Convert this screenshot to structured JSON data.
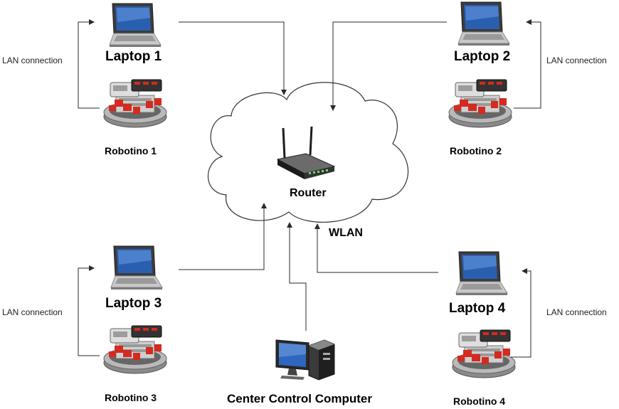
{
  "laptops": [
    {
      "label": "Laptop 1"
    },
    {
      "label": "Laptop 2"
    },
    {
      "label": "Laptop 3"
    },
    {
      "label": "Laptop 4"
    }
  ],
  "robots": [
    {
      "label": "Robotino 1"
    },
    {
      "label": "Robotino 2"
    },
    {
      "label": "Robotino 3"
    },
    {
      "label": "Robotino 4"
    }
  ],
  "lan_label": "LAN connection",
  "router": {
    "label": "Router"
  },
  "wlan_label": "WLAN",
  "center": {
    "label": "Center Control Computer"
  },
  "colors": {
    "robot_red": "#d42a1f",
    "line": "#2a2a2a",
    "cloud_stroke": "#333333"
  },
  "icons": [
    "laptop-icon",
    "robot-icon",
    "router-icon",
    "desktop-computer-icon",
    "cloud-icon",
    "arrow-icon"
  ]
}
